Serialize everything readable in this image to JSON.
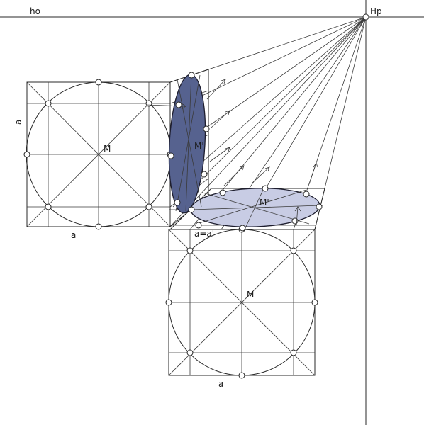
{
  "labels": {
    "horizon": "ho",
    "vanishing_point": "Hp",
    "side_a_left": "a",
    "side_a_bottom_left": "a",
    "center_left": "M",
    "center_vertical": "M'",
    "center_horizontal": "M'",
    "equal_sides": "a=a'",
    "center_bottom": "M",
    "side_a_bottom": "a"
  },
  "colors": {
    "vertical_ellipse_fill": "#56628f",
    "horizontal_ellipse_fill": "#c8cce4",
    "line": "#2a2a2a"
  }
}
